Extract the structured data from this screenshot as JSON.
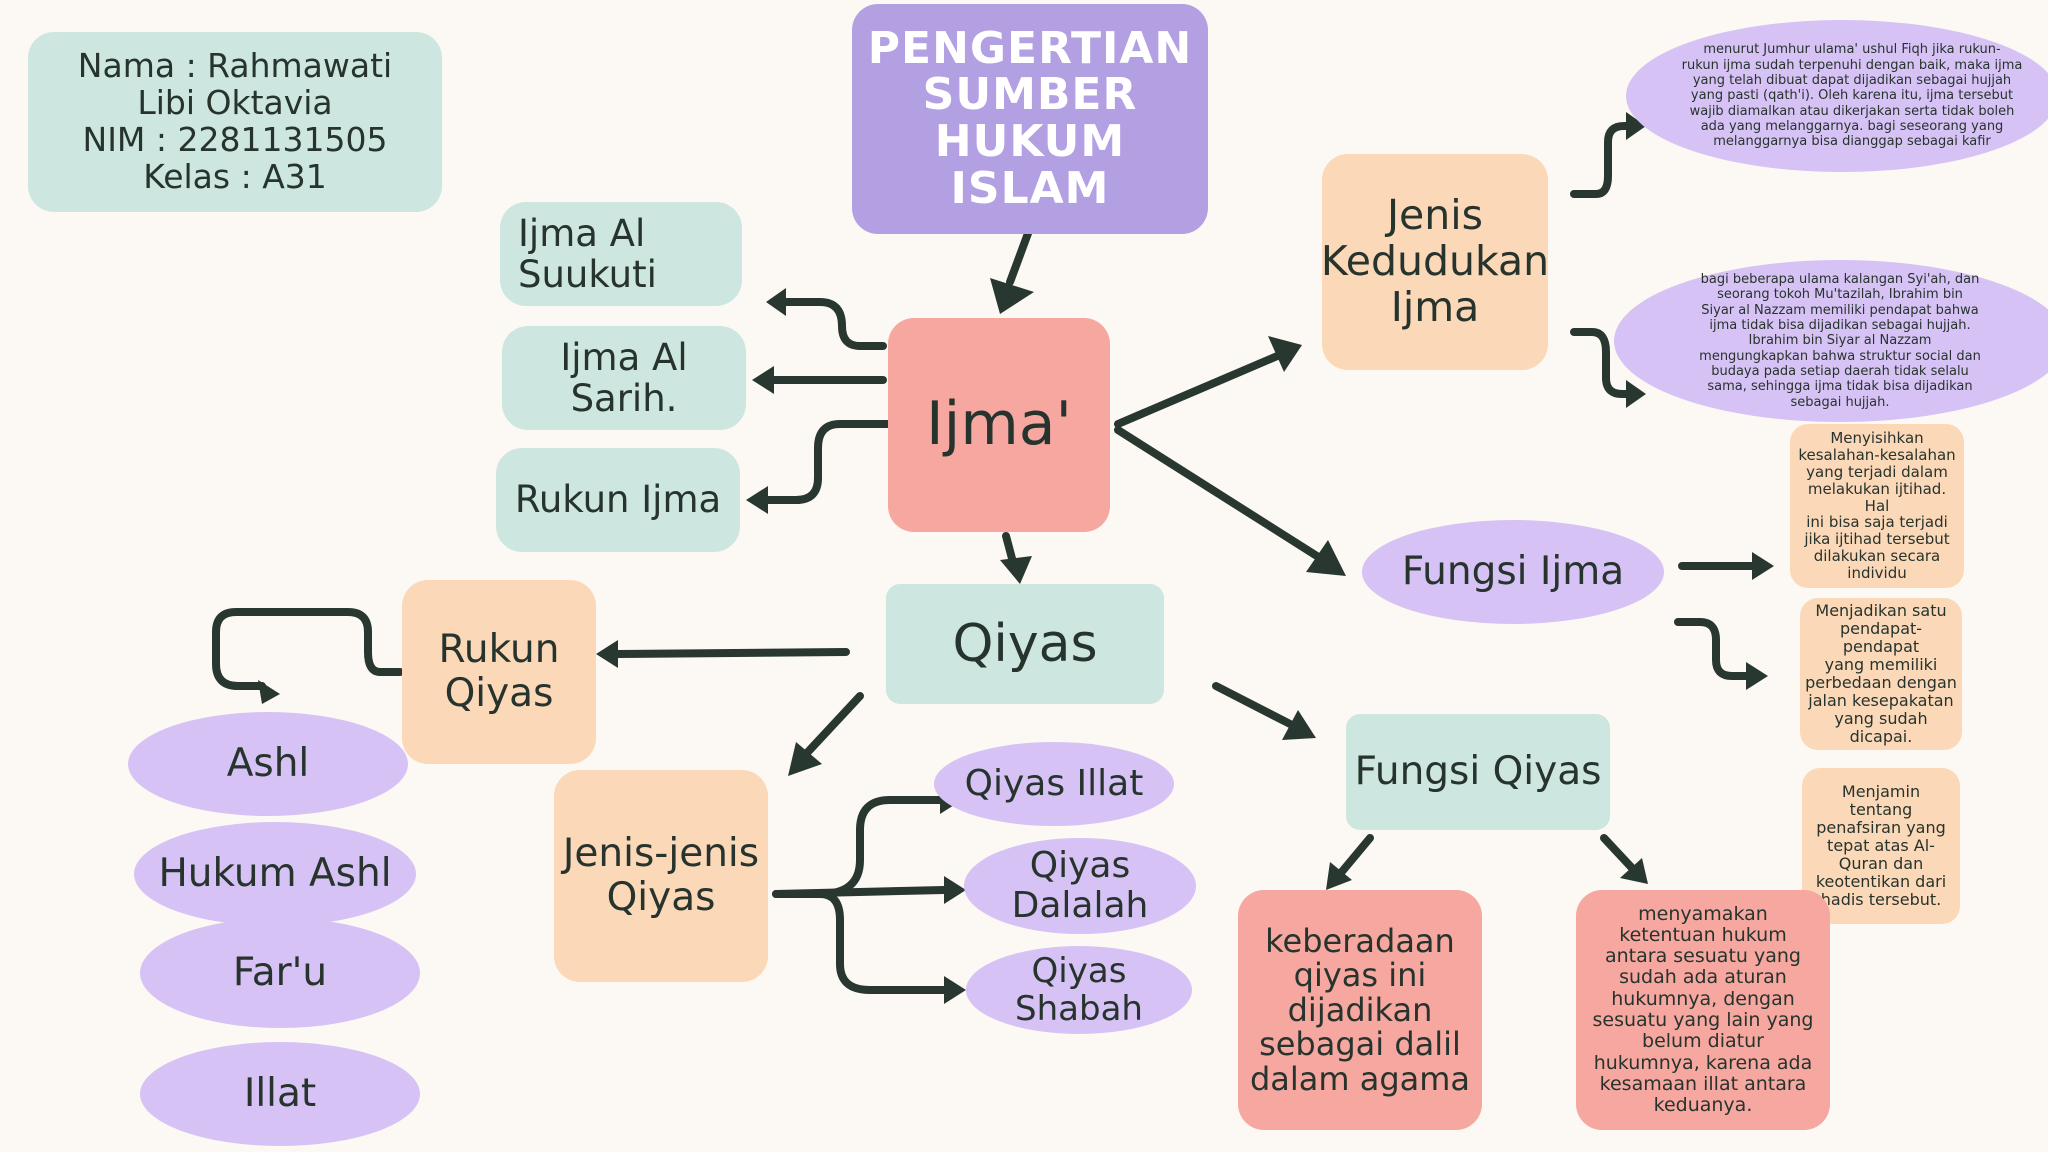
{
  "title": "PENGERTIAN\nSUMBER\nHUKUM\nISLAM",
  "student_info": "Nama : Rahmawati\nLibi Oktavia\nNIM : 2281131505\nKelas : A31",
  "ijma": {
    "label": "Ijma'",
    "types": [
      "Ijma Al\nSuukuti",
      "Ijma Al Sarih.",
      "Rukun Ijma"
    ],
    "kedudukan": {
      "label": "Jenis\nKedudukan\nIjma",
      "notes": [
        "menurut Jumhur ulama' ushul Fiqh jika rukun-\nrukun ijma sudah terpenuhi dengan baik, maka ijma\nyang telah dibuat dapat dijadikan sebagai hujjah\nyang pasti (qath'i). Oleh karena itu, ijma tersebut\nwajib diamalkan atau dikerjakan serta tidak boleh\nada yang melanggarnya. bagi seseorang yang\nmelanggarnya bisa dianggap sebagai kafir",
        "bagi beberapa ulama kalangan Syi'ah, dan\nseorang tokoh Mu'tazilah, Ibrahim bin\nSiyar al Nazzam memiliki pendapat bahwa\nijma tidak bisa dijadikan sebagai hujjah.\nIbrahim bin Siyar al Nazzam\nmengungkapkan bahwa struktur social dan\nbudaya pada setiap daerah tidak selalu\nsama, sehingga ijma tidak bisa dijadikan\nsebagai hujjah."
      ]
    },
    "fungsi": {
      "label": "Fungsi Ijma",
      "notes": [
        "Menyisihkan\nkesalahan-kesalahan\nyang terjadi dalam\nmelakukan ijtihad. Hal\nini bisa saja terjadi\njika ijtihad tersebut\ndilakukan secara\nindividu",
        "Menjadikan satu\npendapat-pendapat\nyang memiliki\nperbedaan dengan\njalan kesepakatan\nyang sudah dicapai.",
        "Menjamin\ntentang\npenafsiran yang\ntepat atas Al-\nQuran dan\nkeotentikan dari\nhadis tersebut."
      ]
    }
  },
  "qiyas": {
    "label": "Qiyas",
    "rukun": {
      "label": "Rukun\nQiyas",
      "items": [
        "Ashl",
        "Hukum Ashl",
        "Far'u",
        "Illat"
      ]
    },
    "jenis": {
      "label": "Jenis-jenis\nQiyas",
      "items": [
        "Qiyas Illat",
        "Qiyas\nDalalah",
        "Qiyas\nShabah"
      ]
    },
    "fungsi": {
      "label": "Fungsi Qiyas",
      "notes": [
        "keberadaan\nqiyas ini\ndijadikan\nsebagai dalil\ndalam agama",
        "menyamakan\nketentuan hukum\nantara sesuatu yang\nsudah ada aturan\nhukumnya, dengan\nsesuatu yang lain yang\nbelum diatur\nhukumnya, karena ada\nkesamaan illat antara\nkeduanya."
      ]
    }
  },
  "colors": {
    "teal": "#cde6df",
    "peach": "#fbd8b8",
    "coral": "#f6a7a0",
    "lavender": "#d6c2f5",
    "purple": "#b3a0e2",
    "ink": "#28372f",
    "background": "#fcf8f4"
  }
}
